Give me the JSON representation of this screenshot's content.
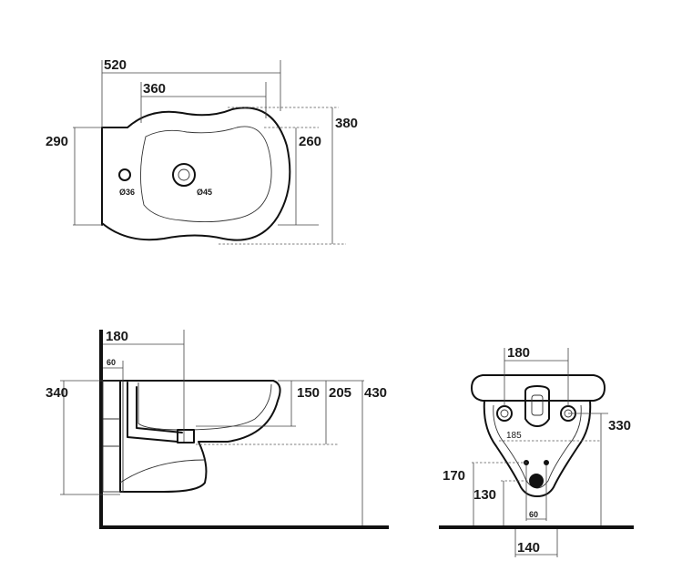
{
  "top_view": {
    "dim_width_total": "520",
    "dim_width_basin": "360",
    "dim_depth_total": "380",
    "dim_depth_basin": "260",
    "dim_height_left": "290",
    "hole_small": "Ø36",
    "hole_large": "Ø45"
  },
  "side_view": {
    "dim_top_offset": "180",
    "dim_wall_offset": "60",
    "dim_left_height": "340",
    "dim_depth_1": "150",
    "dim_depth_2": "205",
    "dim_depth_3": "430"
  },
  "front_view": {
    "dim_top_width": "180",
    "dim_inner_spacing": "185",
    "dim_height_right": "330",
    "dim_height_left_outer": "170",
    "dim_height_left_inner": "130",
    "dim_bolt_spacing": "60",
    "dim_bottom_width": "140"
  },
  "colors": {
    "line": "#111111",
    "background": "#ffffff"
  }
}
